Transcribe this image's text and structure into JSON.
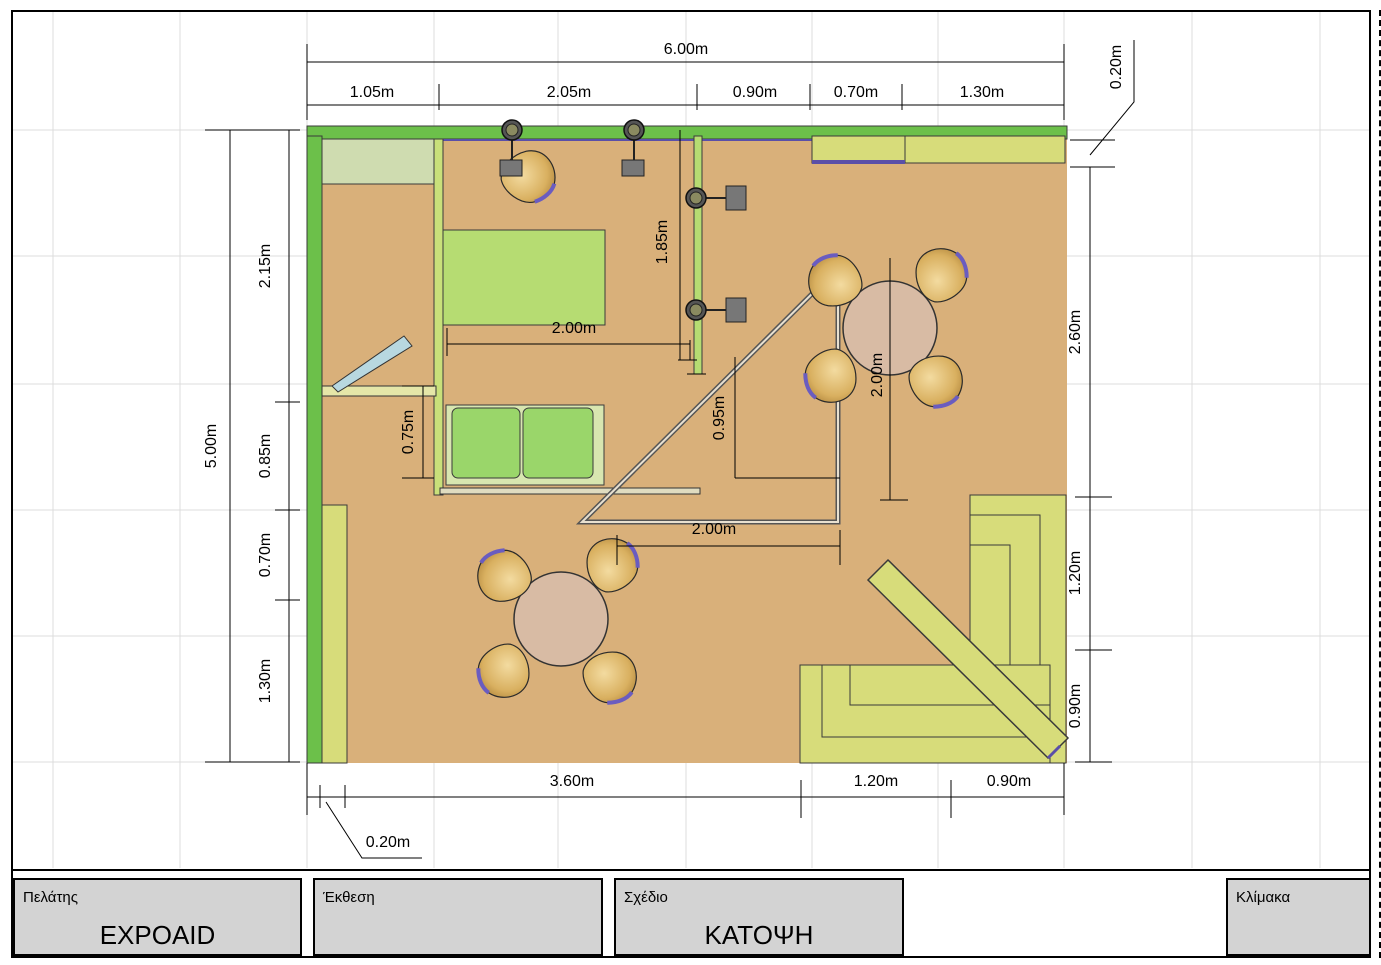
{
  "plan": {
    "overall_width": "6.00m",
    "top_segments": [
      "1.05m",
      "2.05m",
      "0.90m",
      "0.70m",
      "1.30m"
    ],
    "wall_thickness_top": "0.20m",
    "overall_height": "5.00m",
    "left_segments": [
      "2.15m",
      "0.85m",
      "0.70m",
      "1.30m"
    ],
    "right_segments": [
      "2.60m",
      "1.20m",
      "0.90m"
    ],
    "bottom_segments": [
      "3.60m",
      "1.20m",
      "0.90m"
    ],
    "wall_thickness_bottom": "0.20m",
    "counter_width": "2.00m",
    "partition_height": "1.85m",
    "sofa_depth": "0.75m",
    "triangle_height": "0.95m",
    "triangle_base": "2.00m",
    "triangle_side": "2.00m"
  },
  "title_block": {
    "client_label": "Πελάτης",
    "client_value": "EXPOAID",
    "exhibition_label": "Έκθεση",
    "exhibition_value": "",
    "drawing_label": "Σχέδιο",
    "drawing_value": "ΚΑΤΟΨΗ",
    "scale_label": "Κλίμακα",
    "scale_value": ""
  },
  "colors": {
    "floor": "#d9b07a",
    "wall": "#6cc04a",
    "furniture_light": "#d7dc7a",
    "sofa": "#9ad66a",
    "table": "#d8bba4",
    "chair": "#e2c070",
    "accent": "#5a4fa8"
  }
}
